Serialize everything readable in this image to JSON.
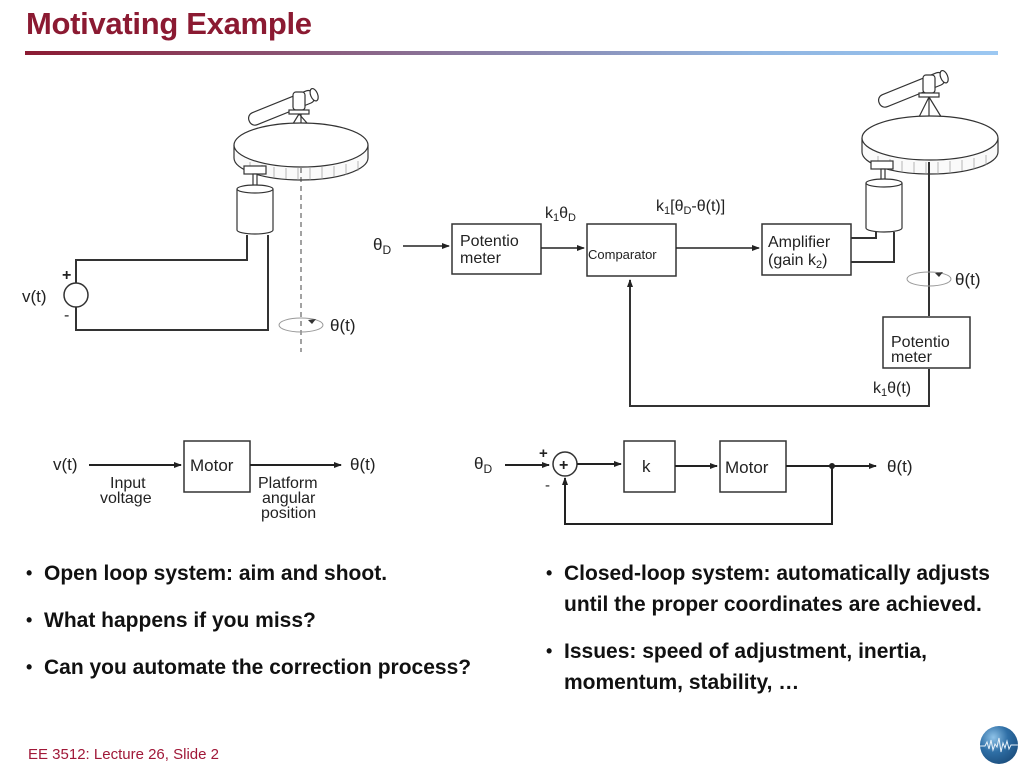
{
  "slide": {
    "title": "Motivating Example",
    "footer": "EE 3512: Lecture 26, Slide 2",
    "colors": {
      "title": "#8b1a32",
      "footer": "#a01838",
      "rule_start": "#8b1a32",
      "rule_end": "#9cc8f2"
    }
  },
  "open_loop_physical": {
    "source_label": "v(t)",
    "plus_sign": "+",
    "minus_sign": "-",
    "rotation_label": "θ(t)"
  },
  "closed_loop_physical": {
    "input_label": "θD",
    "input_sub": "D",
    "pot1": {
      "line1": "Potentio",
      "line2": "meter"
    },
    "pot1_output": "k1θD",
    "comparator": "Comparator",
    "comparator_output": "k1[θD-θ(t)]",
    "amplifier": {
      "line1": "Amplifier",
      "line2": "(gain k2)"
    },
    "rotation_label": "θ(t)",
    "pot2": {
      "line1": "Potentio",
      "line2": "meter"
    },
    "feedback_label": "k1θ(t)"
  },
  "open_loop_block": {
    "input": "v(t)",
    "input_desc": {
      "line1": "Input",
      "line2": "voltage"
    },
    "block": "Motor",
    "output": "θ(t)",
    "output_desc": {
      "line1": "Platform",
      "line2": "angular",
      "line3": "position"
    }
  },
  "closed_loop_block": {
    "input": "θD",
    "plus": "+",
    "minus": "-",
    "summer": "+",
    "gain_block": "k",
    "motor_block": "Motor",
    "output": "θ(t)"
  },
  "bullets_left": [
    "Open loop system: aim and shoot.",
    "What happens if you miss?",
    "Can you automate the correction process?"
  ],
  "bullets_right": [
    "Closed-loop system: automatically adjusts until the proper coordinates are achieved.",
    "Issues: speed of adjustment, inertia, momentum, stability, …"
  ],
  "icons": {
    "logo": "globe-waveform-logo"
  }
}
